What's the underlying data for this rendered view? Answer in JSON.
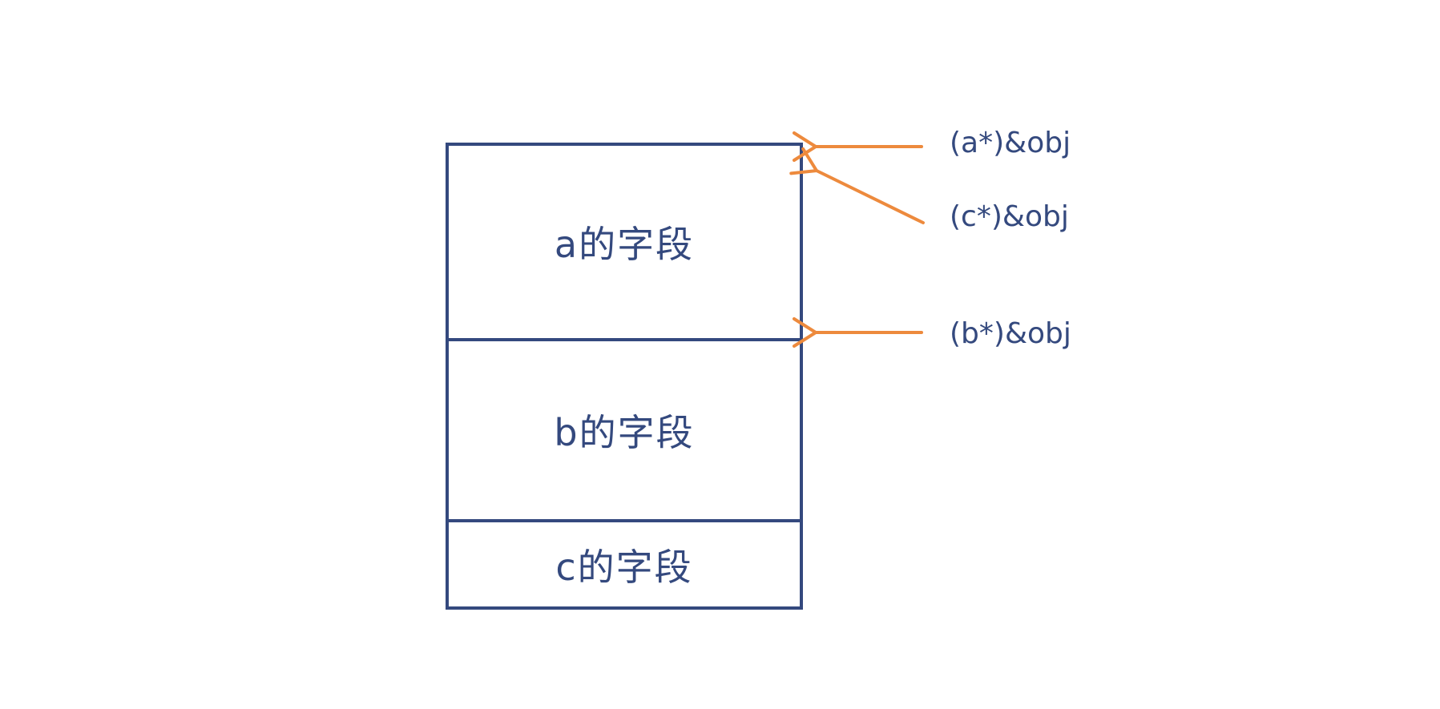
{
  "colors": {
    "ink": "#34497e",
    "arrow": "#ed8a3d",
    "bg": "#ffffff"
  },
  "diagram": {
    "description": "object memory layout",
    "sections": [
      {
        "id": "a",
        "label": "a的字段"
      },
      {
        "id": "b",
        "label": "b的字段"
      },
      {
        "id": "c",
        "label": "c的字段"
      }
    ],
    "pointers": [
      {
        "id": "a",
        "label": "(a*)&obj",
        "points_to": "top of a section"
      },
      {
        "id": "c",
        "label": "(c*)&obj",
        "points_to": "top of a section (shared address)"
      },
      {
        "id": "b",
        "label": "(b*)&obj",
        "points_to": "top of b section"
      }
    ]
  }
}
